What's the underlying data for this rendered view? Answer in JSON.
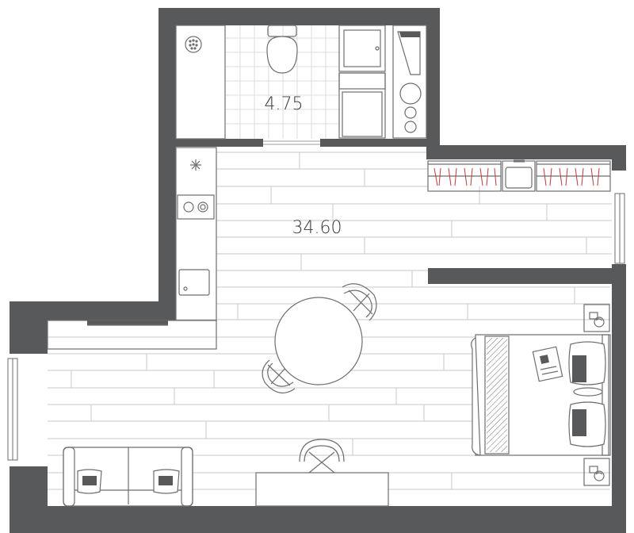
{
  "rooms": [
    {
      "id": "bathroom",
      "area": "4.75"
    },
    {
      "id": "living",
      "area": "34.60"
    }
  ],
  "colors": {
    "wall": "#58595b",
    "line": "#6d6e70",
    "floor_line": "#c7c8ca",
    "background": "#ffffff",
    "area_text": "#3a3a3a"
  },
  "fixtures": [
    "shower-drain-icon",
    "toilet-icon",
    "washing-machine-icon",
    "bathroom-sink-icon",
    "kitchen-extractor-icon",
    "hob-icon",
    "kitchen-sink-icon",
    "wardrobe-icon",
    "dining-table-icon",
    "chair-icon",
    "bed-icon",
    "pillow-icon",
    "magazine-icon",
    "nightstand-icon",
    "phone-icon",
    "sofa-icon",
    "desk-icon",
    "window-icon"
  ]
}
